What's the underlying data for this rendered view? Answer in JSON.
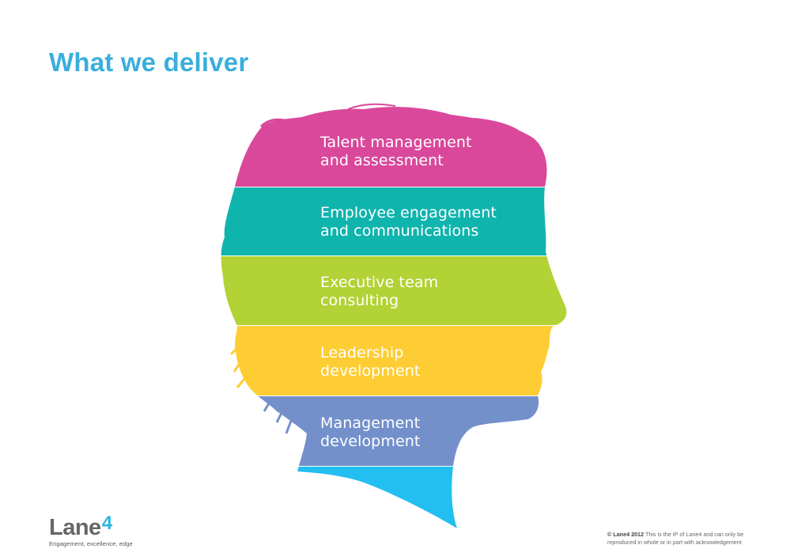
{
  "slide": {
    "title": "What we deliver"
  },
  "bands": [
    {
      "line1": "Talent management",
      "line2": "and assessment",
      "color": "#d9489b"
    },
    {
      "line1": "Employee engagement",
      "line2": "and communications",
      "color": "#0fb4ad"
    },
    {
      "line1": "Executive team",
      "line2": "consulting",
      "color": "#b2d235"
    },
    {
      "line1": "Leadership",
      "line2": "development",
      "color": "#fecd33"
    },
    {
      "line1": "Management",
      "line2": "development",
      "color": "#7390cb"
    },
    {
      "line1": "",
      "line2": "",
      "color": "#22bff0"
    }
  ],
  "logo": {
    "word": "Lane",
    "number": "4",
    "tagline": "Engagement, excellence, edge"
  },
  "footer": {
    "copyright_bold": "© Lane4 2012",
    "copyright_text": "This is the IP of Lane4 and can only be reproduced in whole or in part with acknowledgement"
  }
}
